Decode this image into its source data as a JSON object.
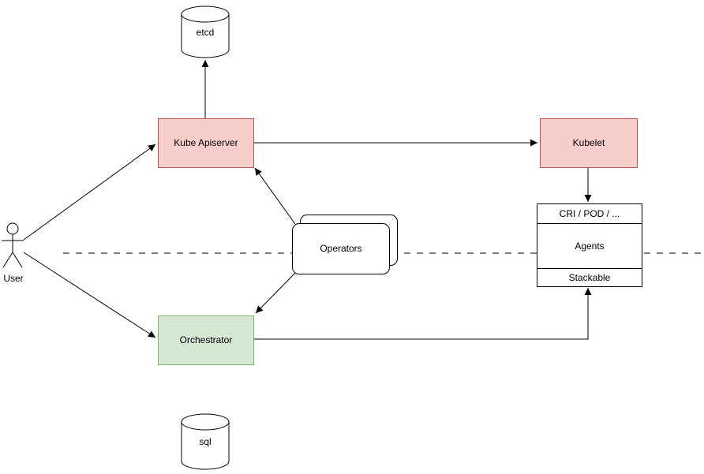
{
  "diagram": {
    "nodes": {
      "user": {
        "label": "User"
      },
      "etcd": {
        "label": "etcd"
      },
      "kube_apiserver": {
        "label": "Kube Apiserver"
      },
      "kubelet": {
        "label": "Kubelet"
      },
      "operators": {
        "label": "Operators"
      },
      "agents_stack": {
        "header": "CRI / POD / ...",
        "body": "Agents",
        "footer": "Stackable"
      },
      "orchestrator": {
        "label": "Orchestrator"
      },
      "sql": {
        "label": "sql"
      }
    },
    "edges": [
      {
        "from": "user",
        "to": "kube_apiserver"
      },
      {
        "from": "user",
        "to": "orchestrator"
      },
      {
        "from": "kube_apiserver",
        "to": "etcd"
      },
      {
        "from": "kube_apiserver",
        "to": "kubelet"
      },
      {
        "from": "kubelet",
        "to": "agents_stack"
      },
      {
        "from": "operators",
        "to": "kube_apiserver"
      },
      {
        "from": "operators",
        "to": "orchestrator"
      },
      {
        "from": "orchestrator",
        "to": "agents_stack"
      }
    ],
    "separator": {
      "style": "dashed-horizontal"
    },
    "colors": {
      "bg": "#ffffff",
      "line": "#000000",
      "red_fill": "#f8cecc",
      "red_stroke": "#b85450",
      "green_fill": "#d5e8d4",
      "green_stroke": "#82b366"
    }
  }
}
